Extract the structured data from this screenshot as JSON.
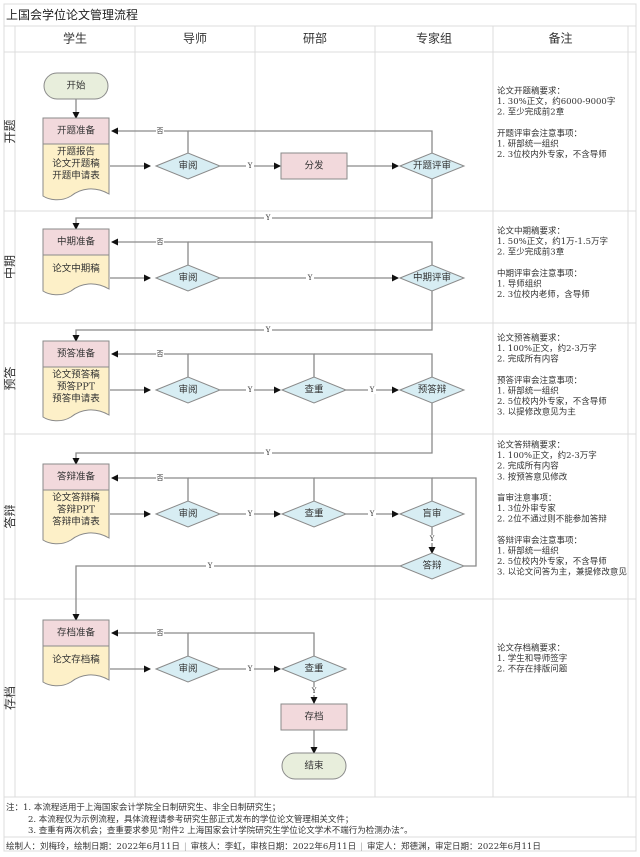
{
  "title": "上国会学位论文管理流程",
  "columns": [
    "学生",
    "导师",
    "研部",
    "专家组",
    "备注"
  ],
  "lanes": [
    "开题",
    "中期",
    "预答",
    "答辩",
    "存档"
  ],
  "colors": {
    "terminal_fill": "#e8eedc",
    "process_fill": "#f2d9dc",
    "document_fill": "#fdf0c8",
    "decision_fill": "#d7edf3",
    "stroke": "#8a8a8a",
    "grid": "#dcdcdc"
  },
  "nodes": {
    "start": "开始",
    "kt_prep": "开题准备",
    "kt_docs": [
      "开题报告",
      "论文开题稿",
      "开题申请表"
    ],
    "kt_review": "审阅",
    "kt_dispatch": "分发",
    "kt_expert": "开题评审",
    "zq_prep": "中期准备",
    "zq_docs": [
      "论文中期稿"
    ],
    "zq_review": "审阅",
    "zq_expert": "中期评审",
    "yd_prep": "预答准备",
    "yd_docs": [
      "论文预答稿",
      "预答PPT",
      "预答申请表"
    ],
    "yd_review": "审阅",
    "yd_check": "查重",
    "yd_expert": "预答辩",
    "db_prep": "答辩准备",
    "db_docs": [
      "论文答辩稿",
      "答辩PPT",
      "答辩申请表"
    ],
    "db_review": "审阅",
    "db_check": "查重",
    "db_blind": "盲审",
    "db_defense": "答辩",
    "cd_prep": "存档准备",
    "cd_docs": [
      "论文存档稿"
    ],
    "cd_review": "审阅",
    "cd_check": "查重",
    "cd_archive": "存档",
    "end": "结束"
  },
  "edge_labels": {
    "yes": "Y",
    "no": "否"
  },
  "remarks": {
    "kaiti": [
      "论文开题稿要求：",
      "1. 30%正文，约6000-9000字",
      "2. 至少完成前2章",
      "",
      "开题评审会注意事项：",
      "1. 研部统一组织",
      "2. 3位校内外专家，不含导师"
    ],
    "zhongqi": [
      "论文中期稿要求：",
      "1. 50%正文，约1万-1.5万字",
      "2. 至少完成前3章",
      "",
      "中期评审会注意事项：",
      "1. 导师组织",
      "2. 3位校内老师，含导师"
    ],
    "yuda": [
      "论文预答稿要求：",
      "1. 100%正文，约2-3万字",
      "2. 完成所有内容",
      "",
      "预答评审会注意事项：",
      "1. 研部统一组织",
      "2. 5位校内外专家，不含导师",
      "3. 以提修改意见为主"
    ],
    "dabian": [
      "论文答辩稿要求：",
      "1. 100%正文，约2-3万字",
      "2. 完成所有内容",
      "3. 按预答意见修改",
      "",
      "盲审注意事项：",
      "1. 3位外审专家",
      "2. 2位不通过则不能参加答辩",
      "",
      "答辩评审会注意事项：",
      "1. 研部统一组织",
      "2. 5位校内外专家，不含导师",
      "3. 以论文问答为主，兼提修改意见"
    ],
    "cundang": [
      "论文存档稿要求：",
      "1. 学生和导师签字",
      "2. 不存在排版问题"
    ]
  },
  "notes": {
    "prefix": "注：",
    "items": [
      "1. 本流程适用于上海国家会计学院全日制研究生、非全日制研究生；",
      "2. 本流程仅为示例流程，具体流程请参考研究生部正式发布的学位论文管理相关文件；",
      "3. 查重有两次机会；查重要求参见“附件2 上海国家会计学院研究生学位论文学术不端行为检测办法”。"
    ]
  },
  "footer": {
    "drawn": "绘制人：刘梅玲，绘制日期：2022年6月11日",
    "reviewed": "审核人：李虹，审核日期：2022年6月11日",
    "approved": "审定人：郑德渊，审定日期：2022年6月11日"
  }
}
